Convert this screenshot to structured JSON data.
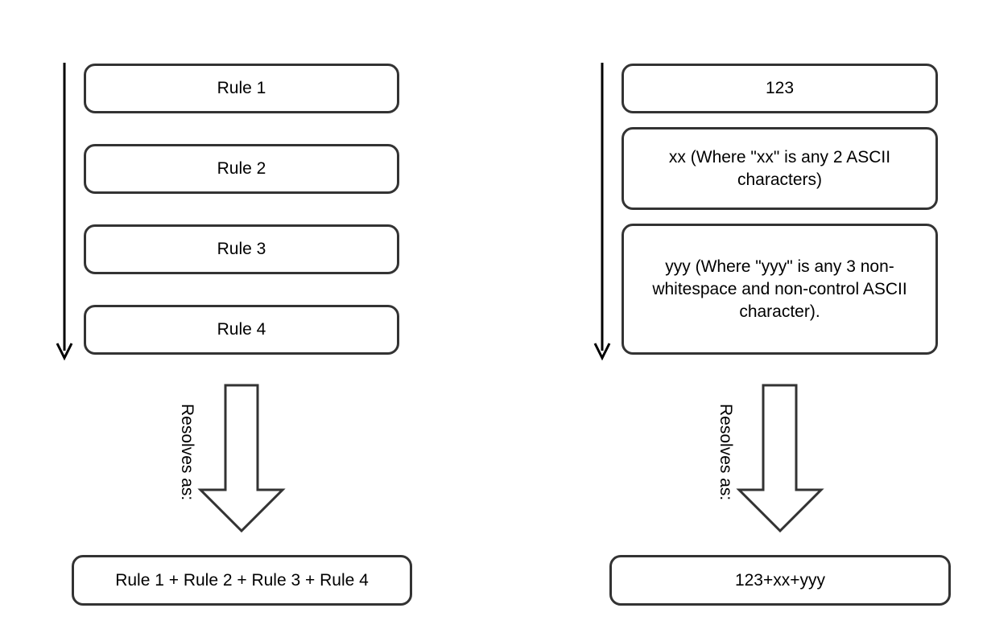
{
  "left_column": {
    "rules": [
      "Rule 1",
      "Rule 2",
      "Rule 3",
      "Rule 4"
    ],
    "resolves_label": "Resolves as:",
    "result": "Rule 1 + Rule 2 + Rule 3 + Rule 4"
  },
  "right_column": {
    "rules": [
      "123",
      "xx (Where \"xx\" is any 2 ASCII characters)",
      "yyy (Where \"yyy\" is any 3 non-whitespace and non-control ASCII character)."
    ],
    "resolves_label": "Resolves as:",
    "result": "123+xx+yyy"
  },
  "colors": {
    "stroke": "#333333",
    "arrow": "#000000",
    "background": "#ffffff"
  }
}
